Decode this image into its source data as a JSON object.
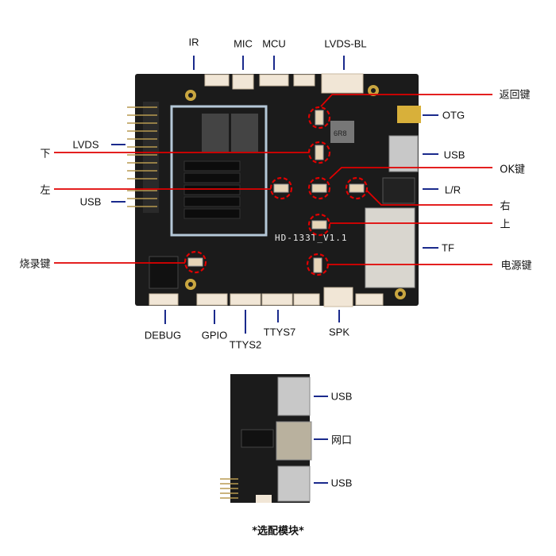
{
  "main_board": {
    "silkscreen": "HD-133T_V1.1",
    "inductor_mark": "6R8",
    "top_labels": [
      "IR",
      "MIC",
      "MCU",
      "LVDS-BL"
    ],
    "left_labels": [
      "LVDS",
      "下",
      "左",
      "USB",
      "烧录键"
    ],
    "right_labels": [
      "返回键",
      "OTG",
      "USB",
      "OK键",
      "L/R",
      "右",
      "上",
      "TF",
      "电源键"
    ],
    "bottom_labels": [
      "DEBUG",
      "GPIO",
      "TTYS2",
      "TTYS7",
      "SPK"
    ]
  },
  "module": {
    "labels": [
      "USB",
      "网口",
      "USB"
    ],
    "caption": "*选配模块*"
  },
  "colors": {
    "pointer_red": "#e00000",
    "tick_blue": "#1a2a8c",
    "pcb": "#1b1b1b"
  }
}
